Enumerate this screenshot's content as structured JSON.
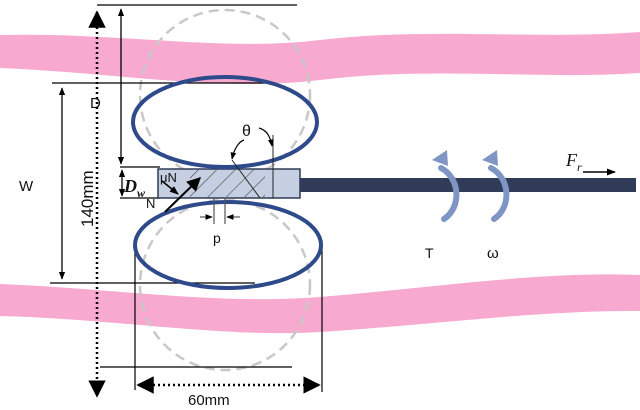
{
  "labels": {
    "D": "D",
    "theta": "θ",
    "Dw_main": "D",
    "Dw_sub": "w",
    "muN": "μN",
    "N": "N",
    "p": "p",
    "W": "W",
    "length_140": "140mm",
    "length_60": "60mm",
    "T": "T",
    "omega": "ω",
    "Fr_main": "F",
    "Fr_sub": "r"
  },
  "colors": {
    "pink_band": "#f7a9cf",
    "ring_blue": "#2e4a8b",
    "ghost_circle": "#c8c8c8",
    "shaft": "#2f3b57",
    "sleeve_fill": "#c5cfe1",
    "rotation_arrow": "#7f96c4",
    "line": "#000000"
  },
  "icons": [
    "rotation-arrow-icon",
    "force-arrow-icon"
  ]
}
